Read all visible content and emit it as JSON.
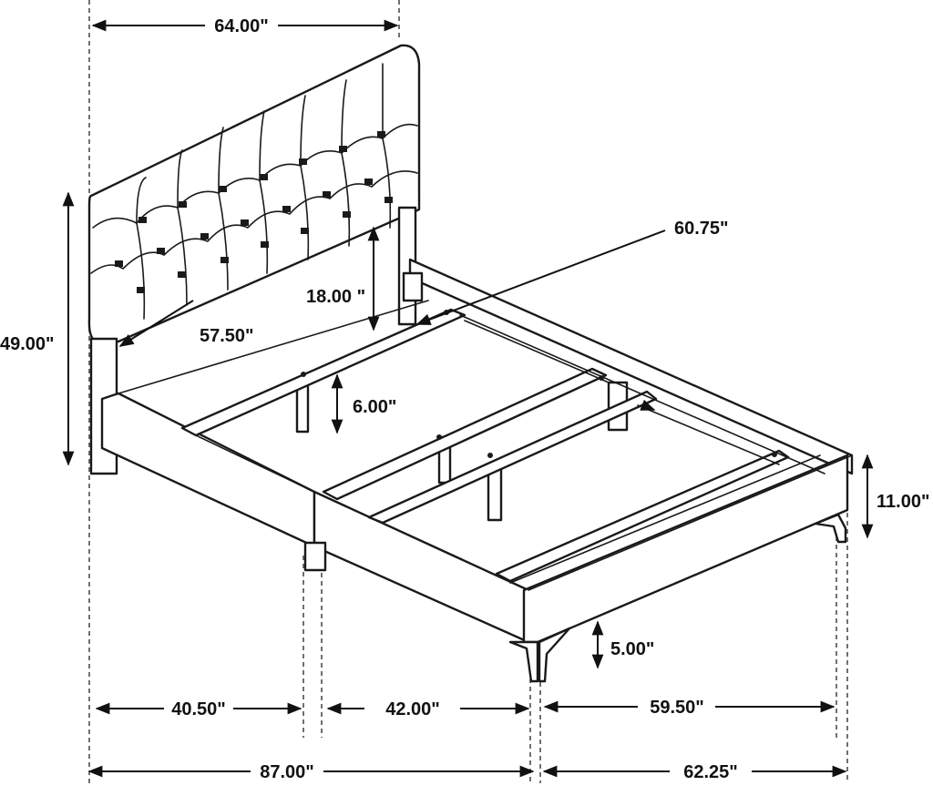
{
  "dimensions": {
    "headboard_width": "64.00\"",
    "headboard_height": "49.00\"",
    "headboard_inner_width": "57.50\"",
    "headboard_panel_height": "18.00  \"",
    "rail_to_slat": "6.00\"",
    "diagonal": "60.75\"",
    "footboard_height": "11.00\"",
    "leg_height": "5.00\"",
    "left_length": "40.50\"",
    "middle_length": "42.00\"",
    "right_width": "59.50\"",
    "total_length": "87.00\"",
    "total_width": "62.25\""
  }
}
